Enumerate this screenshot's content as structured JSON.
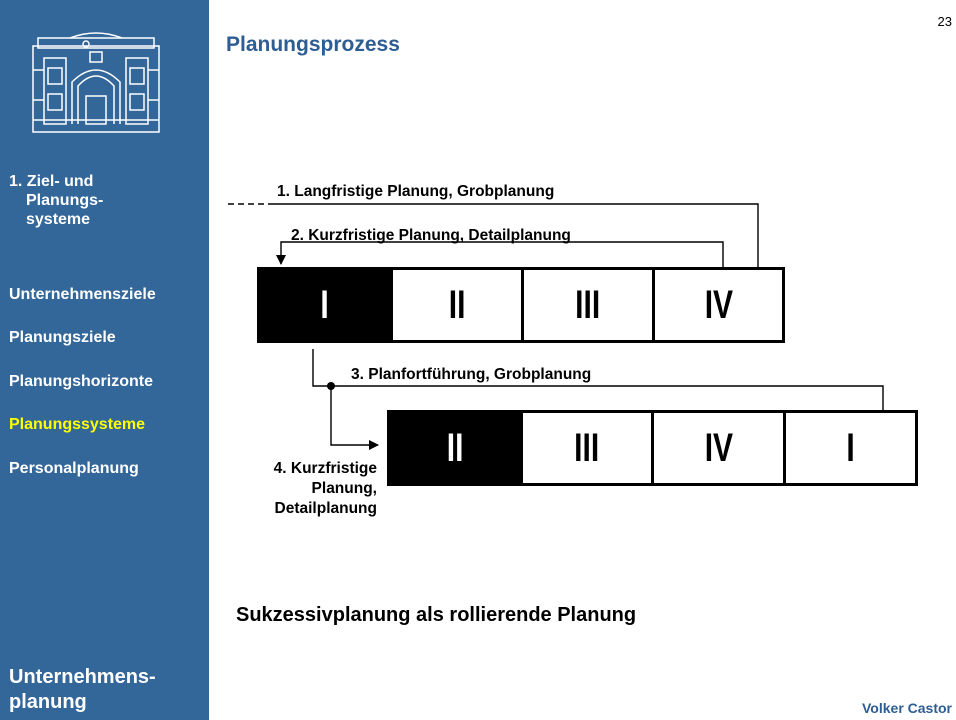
{
  "page": {
    "title": "Planungsprozess",
    "number": "23",
    "author": "Volker Castor"
  },
  "sidebar": {
    "section_line1": "1. Ziel- und",
    "section_line2": "Planungs-",
    "section_line3": "systeme",
    "items": [
      {
        "label": "Unternehmensziele",
        "active": false
      },
      {
        "label": "Planungsziele",
        "active": false
      },
      {
        "label": "Planungshorizonte",
        "active": false
      },
      {
        "label": "Planungssysteme",
        "active": true
      },
      {
        "label": "Personalplanung",
        "active": false
      }
    ],
    "footer_line1": "Unternehmens-",
    "footer_line2": "planung"
  },
  "diagram": {
    "step1": "1. Langfristige Planung, Grobplanung",
    "step2": "2. Kurzfristige Planung, Detailplanung",
    "step3": "3. Planfortführung, Grobplanung",
    "step4_line1": "4. Kurzfristige",
    "step4_line2": "Planung,",
    "step4_line3": "Detailplanung",
    "row1": [
      "I",
      "II",
      "III",
      "IV"
    ],
    "row2": [
      "II",
      "III",
      "IV",
      "I"
    ]
  },
  "subtitle": "Sukzessivplanung als rollierende Planung",
  "colors": {
    "sidebar": "#336699",
    "active": "#ffff00",
    "title": "#2e5d93"
  }
}
